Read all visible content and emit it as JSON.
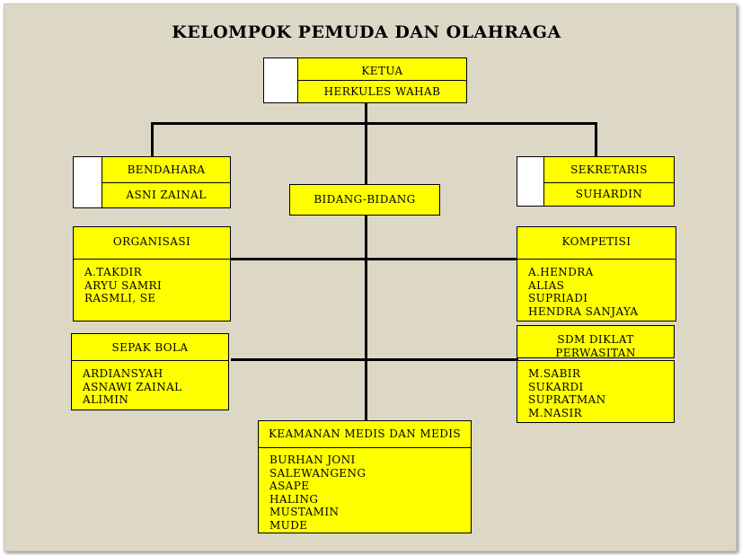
{
  "title": "KELOMPOK PEMUDA DAN OLAHRAGA",
  "ketua": {
    "role": "KETUA",
    "name": "HERKULES WAHAB"
  },
  "bendahara": {
    "role": "BENDAHARA",
    "name": "ASNI ZAINAL"
  },
  "sekretaris": {
    "role": "SEKRETARIS",
    "name": "SUHARDIN"
  },
  "bidang": {
    "label": "BIDANG-BIDANG"
  },
  "organisasi": {
    "title": "ORGANISASI",
    "members": [
      "A.TAKDIR",
      "ARYU SAMRI",
      "RASMLI, SE"
    ]
  },
  "kompetisi": {
    "title": "KOMPETISI",
    "members": [
      "A.HENDRA",
      "ALIAS",
      "SUPRIADI",
      "HENDRA SANJAYA"
    ]
  },
  "sepak_bola": {
    "title": "SEPAK BOLA",
    "members": [
      "ARDIANSYAH",
      "ASNAWI ZAINAL",
      "ALIMIN"
    ]
  },
  "sdm": {
    "title_line1": "SDM DIKLAT",
    "title_line2": "PERWASITAN",
    "members": [
      "M.SABIR",
      "SUKARDI",
      "SUPRATMAN",
      "M.NASIR"
    ]
  },
  "keamanan": {
    "title": "KEAMANAN MEDIS DAN MEDIS",
    "members": [
      "BURHAN JONI",
      "SALEWANGENG",
      "ASAPE",
      "HALING",
      "MUSTAMIN",
      "MUDE"
    ]
  },
  "colors": {
    "box": "#ffff00",
    "background": "#ddd8c6",
    "line": "#000000"
  }
}
